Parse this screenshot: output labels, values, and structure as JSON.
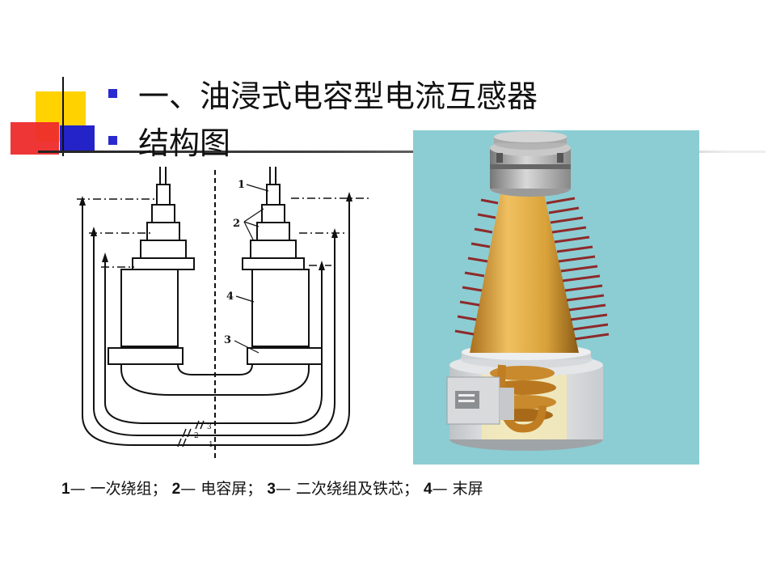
{
  "slide": {
    "bullets": [
      {
        "text": "一、油浸式电容型电流互感器"
      },
      {
        "text": "结构图"
      }
    ]
  },
  "diagram": {
    "labels": {
      "one": "1",
      "two": "2",
      "three": "3",
      "four": "4"
    },
    "bottom_marks": [
      "3",
      "2",
      "1"
    ]
  },
  "caption": {
    "items": [
      {
        "num": "1",
        "dash": "—",
        "text": " 一次绕组；"
      },
      {
        "num": "2",
        "dash": "—",
        "text": " 电容屏；"
      },
      {
        "num": "3",
        "dash": "—",
        "text": " 二次绕组及铁芯；"
      },
      {
        "num": "4",
        "dash": "—",
        "text": " 末屏"
      }
    ]
  },
  "colors": {
    "accent_yellow": "#ffd200",
    "accent_red": "#ee2b2b",
    "accent_blue": "#2323c8",
    "photo_background": "#8ccdd3",
    "insulator_gold": "#d9a23a",
    "shed_red": "#8e2a2a"
  }
}
